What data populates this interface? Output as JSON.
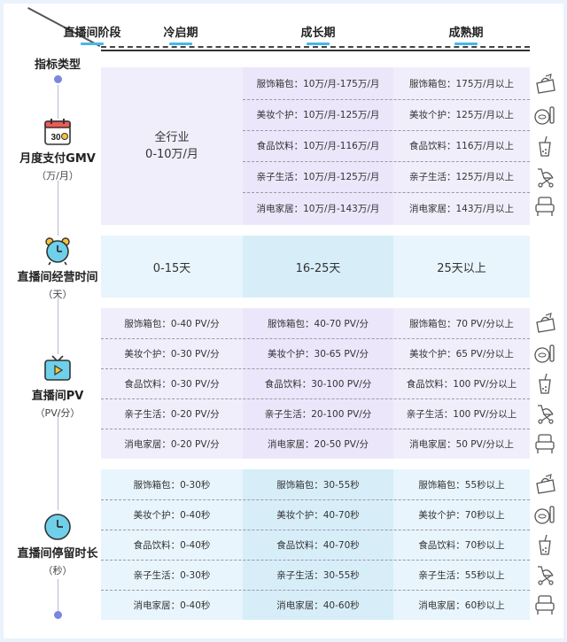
{
  "header": {
    "stage_label": "直播间阶段",
    "type_label": "指标类型",
    "columns": [
      "冷启期",
      "成长期",
      "成熟期"
    ]
  },
  "gmv": {
    "name": "月度支付GMV",
    "unit": "（万/月）",
    "calendar_number": "30",
    "cold": "全行业\n0-10万/月",
    "growth": [
      "服饰箱包：10万/月-175万/月",
      "美妆个护：10万/月-125万/月",
      "食品饮料：10万/月-116万/月",
      "亲子生活：10万/月-125万/月",
      "消电家居：10万/月-143万/月"
    ],
    "mature": [
      "服饰箱包：175万/月以上",
      "美妆个护：125万/月以上",
      "食品饮料：116万/月以上",
      "亲子生活：125万/月以上",
      "消电家居：143万/月以上"
    ]
  },
  "time": {
    "name": "直播间经营时间",
    "unit": "（天）",
    "cold": "0-15天",
    "growth": "16-25天",
    "mature": "25天以上"
  },
  "pv": {
    "name": "直播间PV",
    "unit": "（PV/分）",
    "cold": [
      "服饰箱包：0-40 PV/分",
      "美妆个护：0-30 PV/分",
      "食品饮料：0-30 PV/分",
      "亲子生活：0-20 PV/分",
      "消电家居：0-20 PV/分"
    ],
    "growth": [
      "服饰箱包：40-70 PV/分",
      "美妆个护：30-65 PV/分",
      "食品饮料：30-100 PV/分",
      "亲子生活：20-100 PV/分",
      "消电家居：20-50 PV/分"
    ],
    "mature": [
      "服饰箱包：70 PV/分以上",
      "美妆个护：65 PV/分以上",
      "食品饮料：100 PV/分以上",
      "亲子生活：100 PV/分以上",
      "消电家居：50 PV/分以上"
    ]
  },
  "stay": {
    "name": "直播间停留时长",
    "unit": "（秒）",
    "cold": [
      "服饰箱包：0-30秒",
      "美妆个护：0-40秒",
      "食品饮料：0-40秒",
      "亲子生活：0-30秒",
      "消电家居：0-40秒"
    ],
    "growth": [
      "服饰箱包：30-55秒",
      "美妆个护：40-70秒",
      "食品饮料：40-70秒",
      "亲子生活：30-55秒",
      "消电家居：40-60秒"
    ],
    "mature": [
      "服饰箱包：55秒以上",
      "美妆个护：70秒以上",
      "食品饮料：70秒以上",
      "亲子生活：55秒以上",
      "消电家居：60秒以上"
    ]
  },
  "colors": {
    "purple_light": "#f1eefc",
    "purple_mid": "#ece6fb",
    "blue_light": "#e8f5fc",
    "blue_mid": "#d7eef9",
    "accent": "#49b6e6"
  },
  "category_icons": [
    "handbag-icon",
    "cosmetics-icon",
    "drink-cup-icon",
    "stroller-icon",
    "armchair-icon"
  ]
}
